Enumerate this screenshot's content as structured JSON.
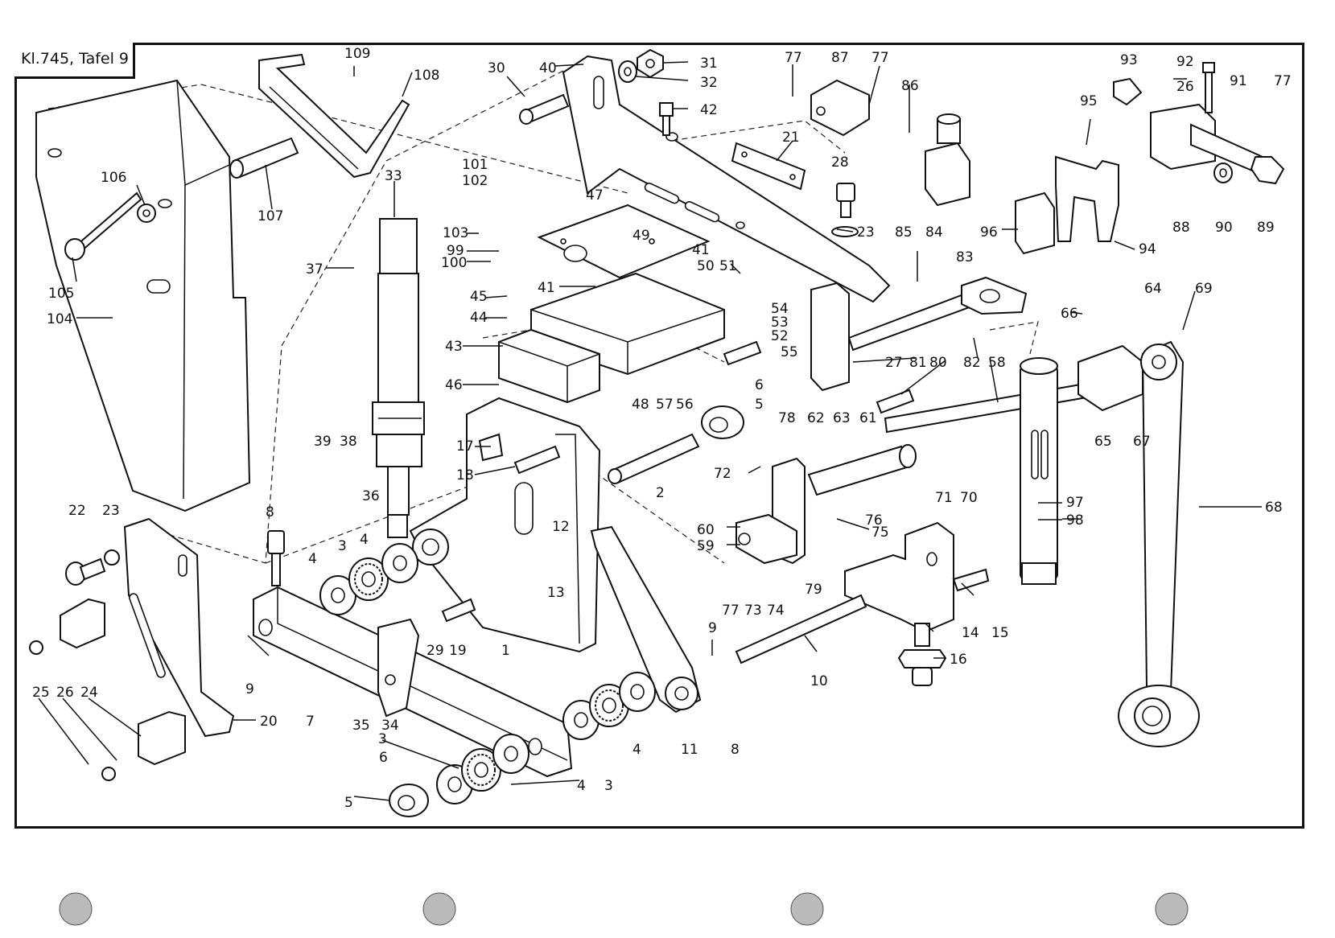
{
  "title": "Kl.745, Tafel 9",
  "labels": {
    "l109": "109",
    "l108": "108",
    "l30": "30",
    "l40": "40",
    "l31": "31",
    "l32": "32",
    "l42": "42",
    "l77a": "77",
    "l87": "87",
    "l77b": "77",
    "l86": "86",
    "l93": "93",
    "l92": "92",
    "l26a": "26",
    "l91": "91",
    "l77c": "77",
    "l106": "106",
    "l107": "107",
    "l33": "33",
    "l101": "101",
    "l102": "102",
    "l47": "47",
    "l21": "21",
    "l28": "28",
    "l95": "95",
    "l103": "103",
    "l99": "99",
    "l100": "100",
    "l49": "49",
    "l41a": "41",
    "l50": "50",
    "l51": "51",
    "l23a": "23",
    "l84": "84",
    "l85": "85",
    "l96": "96",
    "l88": "88",
    "l90": "90",
    "l89": "89",
    "l94": "94",
    "l105": "105",
    "l104": "104",
    "l37": "37",
    "l41b": "41",
    "l45": "45",
    "l44": "44",
    "l54": "54",
    "l53": "53",
    "l52": "52",
    "l55": "55",
    "l83": "83",
    "l64": "64",
    "l69": "69",
    "l66": "66",
    "l43": "43",
    "l46": "46",
    "l48": "48",
    "l57": "57",
    "l56": "56",
    "l6a": "6",
    "l5a": "5",
    "l27": "27",
    "l81": "81",
    "l80": "80",
    "l82": "82",
    "l58": "58",
    "l39": "39",
    "l38": "38",
    "l17": "17",
    "l18": "18",
    "l78": "78",
    "l62": "62",
    "l63": "63",
    "l61": "61",
    "l65": "65",
    "l67": "67",
    "l72": "72",
    "l2": "2",
    "l71": "71",
    "l70": "70",
    "l36": "36",
    "l22": "22",
    "l23b": "23",
    "l8a": "8",
    "l3a": "3",
    "l4a": "4",
    "l4b": "4",
    "l12": "12",
    "l60": "60",
    "l59": "59",
    "l75": "75",
    "l76": "76",
    "l97": "97",
    "l98": "98",
    "l68": "68",
    "l13": "13",
    "l29": "29",
    "l19": "19",
    "l1": "1",
    "l77d": "77",
    "l73": "73",
    "l74": "74",
    "l79": "79",
    "l15": "15",
    "l14": "14",
    "l16": "16",
    "l9a": "9",
    "l9b": "9",
    "l10": "10",
    "l25": "25",
    "l26b": "26",
    "l24": "24",
    "l20": "20",
    "l7": "7",
    "l35": "35",
    "l34": "34",
    "l11": "11",
    "l8b": "8",
    "l3b": "3",
    "l6b": "6",
    "l4c": "4",
    "l3c": "3",
    "l4d": "4",
    "l5b": "5"
  }
}
